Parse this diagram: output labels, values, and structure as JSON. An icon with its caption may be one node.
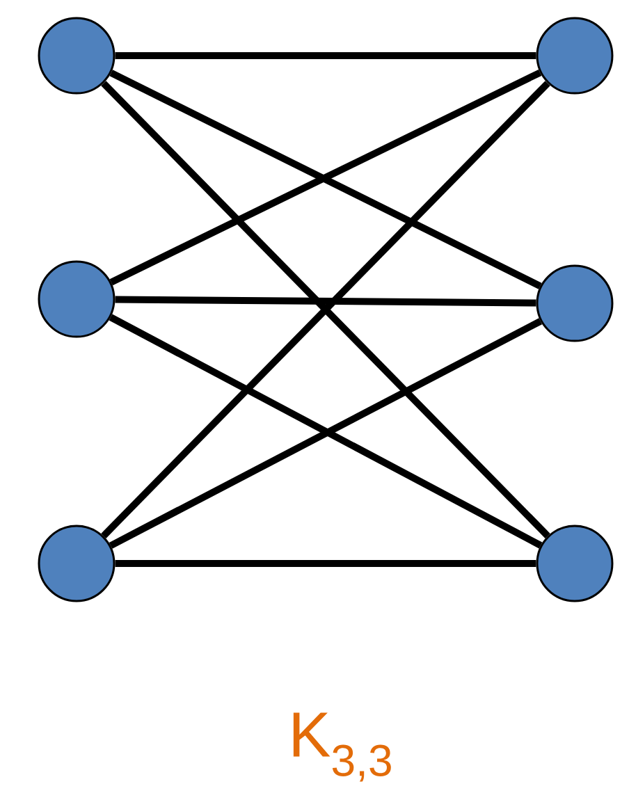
{
  "diagram": {
    "nodes": [
      {
        "text": [],
        "shape": "circle"
      },
      {
        "text": [],
        "shape": "circle"
      },
      {
        "text": [],
        "shape": "circle"
      },
      {
        "text": [],
        "shape": "circle"
      },
      {
        "text": [],
        "shape": "circle"
      },
      {
        "text": [],
        "shape": "circle"
      }
    ],
    "edges": [
      {
        "from": 0,
        "to": 3,
        "arrow": "none"
      },
      {
        "from": 0,
        "to": 4,
        "arrow": "none"
      },
      {
        "from": 0,
        "to": 5,
        "arrow": "none"
      },
      {
        "from": 1,
        "to": 3,
        "arrow": "none"
      },
      {
        "from": 1,
        "to": 4,
        "arrow": "none"
      },
      {
        "from": 1,
        "to": 5,
        "arrow": "none"
      },
      {
        "from": 2,
        "to": 3,
        "arrow": "none"
      },
      {
        "from": 2,
        "to": 4,
        "arrow": "none"
      },
      {
        "from": 2,
        "to": 5,
        "arrow": "none"
      }
    ],
    "labels": [
      "K$_{3,3}$"
    ]
  }
}
